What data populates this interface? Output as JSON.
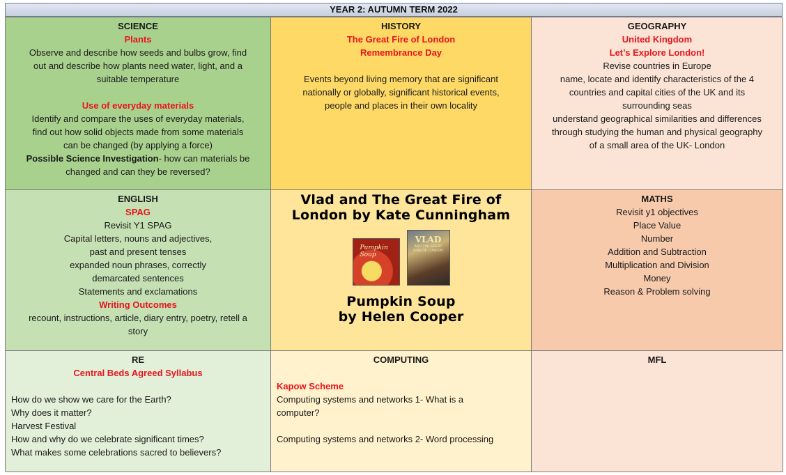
{
  "title": "YEAR 2: AUTUMN TERM 2022",
  "science": {
    "heading": "SCIENCE",
    "sub1": "Plants",
    "text1": [
      "Observe and describe how seeds and bulbs grow, find",
      "out and describe how plants need water, light, and a",
      "suitable temperature"
    ],
    "sub2": "Use of everyday materials",
    "text2": [
      "Identify and compare the uses of everyday materials,",
      "find out how solid objects made from some materials",
      "can be changed (by applying a force)"
    ],
    "investigation_label": "Possible Science Investigation",
    "investigation_text": "- how can materials be",
    "investigation_text2": "changed and can they be reversed?"
  },
  "history": {
    "heading": "HISTORY",
    "sub1": "The Great Fire of London",
    "sub2": "Remembrance Day",
    "text": [
      "Events beyond living memory that are significant",
      "nationally or globally, significant historical events,",
      "people and places in their own locality"
    ]
  },
  "geography": {
    "heading": "GEOGRAPHY",
    "sub1": "United Kingdom",
    "sub2": "Let’s Explore London!",
    "text": [
      "Revise countries in Europe",
      "name, locate and identify characteristics of the 4",
      "countries and capital cities of the UK and its",
      "surrounding seas",
      "understand geographical similarities and differences",
      "through studying the human and physical geography",
      "of a small area of the UK- London"
    ]
  },
  "english": {
    "heading": "ENGLISH",
    "sub1": "SPAG",
    "text1": [
      "Revisit Y1 SPAG",
      "Capital letters, nouns and adjectives,",
      "past and present tenses",
      "expanded noun phrases, correctly",
      "demarcated sentences",
      "Statements and exclamations"
    ],
    "sub2": "Writing Outcomes",
    "text2": [
      "recount, instructions, article, diary entry, poetry, retell a",
      "story"
    ]
  },
  "books": {
    "book1": [
      "Vlad and The Great Fire of",
      "London by Kate Cunningham"
    ],
    "book2": [
      "Pumpkin Soup",
      "by Helen Cooper"
    ],
    "cover1_title": "Pumpkin Soup",
    "cover2_title": "VLAD",
    "cover2_sub": "AND THE GREAT FIRE OF LONDON"
  },
  "maths": {
    "heading": "MATHS",
    "text": [
      "Revisit y1 objectives",
      "Place Value",
      "Number",
      "Addition and Subtraction",
      "Multiplication and Division",
      "Money",
      "Reason & Problem solving"
    ]
  },
  "re": {
    "heading": "RE",
    "sub1": "Central Beds Agreed Syllabus",
    "text": [
      "How do we show we care for the Earth?",
      "Why does it matter?",
      "Harvest Festival",
      "How and why do we celebrate significant times?",
      "What makes some celebrations sacred to believers?"
    ]
  },
  "computing": {
    "heading": "COMPUTING",
    "sub1": "Kapow Scheme",
    "text1": [
      "Computing systems and networks 1- What is a",
      "computer?"
    ],
    "text2": "Computing systems and networks 2- Word processing"
  },
  "mfl": {
    "heading": "MFL"
  }
}
